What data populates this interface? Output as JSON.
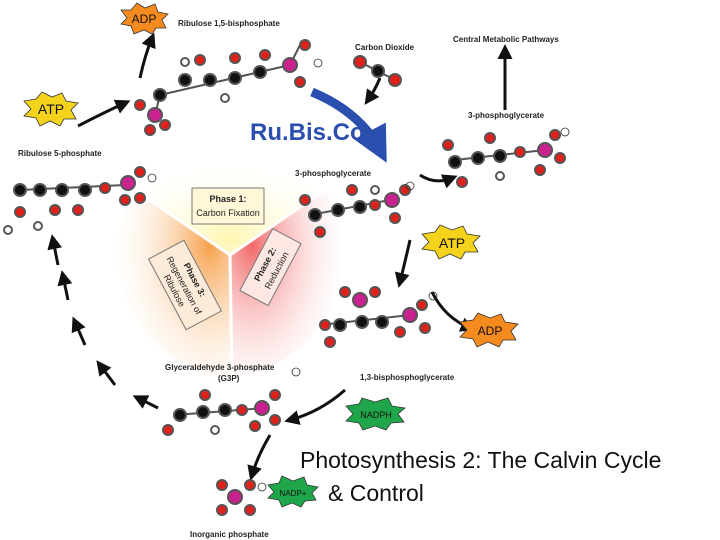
{
  "labels": {
    "ribulose_bp": "Ribulose 1,5-bisphosphate",
    "carbon_dioxide": "Carbon Dioxide",
    "central_pathways": "Central Metabolic Pathways",
    "pg3_top": "3-phosphoglycerate",
    "pg3_mid": "3-phosphoglycerate",
    "ribulose_5p": "Ribulose 5-phosphate",
    "bpg13": "1,3-bisphosphoglycerate",
    "g3p_line1": "Glyceraldehyde 3-phosphate",
    "g3p_line2": "(G3P)",
    "inorganic_phosphate": "Inorganic phosphate",
    "rubisco": "Ru.Bis.Co"
  },
  "badges": {
    "adp_top": "ADP",
    "atp_left": "ATP",
    "atp_right": "ATP",
    "adp_right": "ADP",
    "nadph": "NADPH",
    "nadp": "NADP+"
  },
  "phases": {
    "p1_title": "Phase 1:",
    "p1_sub": "Carbon Fixation",
    "p2_title": "Phase 2:",
    "p2_sub": "Reduction",
    "p3_title": "Phase 3:",
    "p3_sub1": "Regeneration of",
    "p3_sub2": "Ribulose"
  },
  "title": {
    "line1": "Photosynthesis 2:  The Calvin Cycle",
    "line2": "& Control"
  },
  "colors": {
    "carbon": "#111111",
    "oxygen": "#e0201a",
    "phosphorus": "#c8228f",
    "hydrogen": "#ffffff",
    "arrow": "#111111",
    "rubisco_arrow": "#2b4fae",
    "rubisco_text": "#2b4fae",
    "atp_badge": "#f5d21c",
    "adp_badge": "#f58a1e",
    "nadph_badge": "#1fa64a",
    "phase1_glow": "#ffe14d",
    "phase2_glow": "#f05a5a",
    "phase3_glow": "#f5a04a"
  }
}
